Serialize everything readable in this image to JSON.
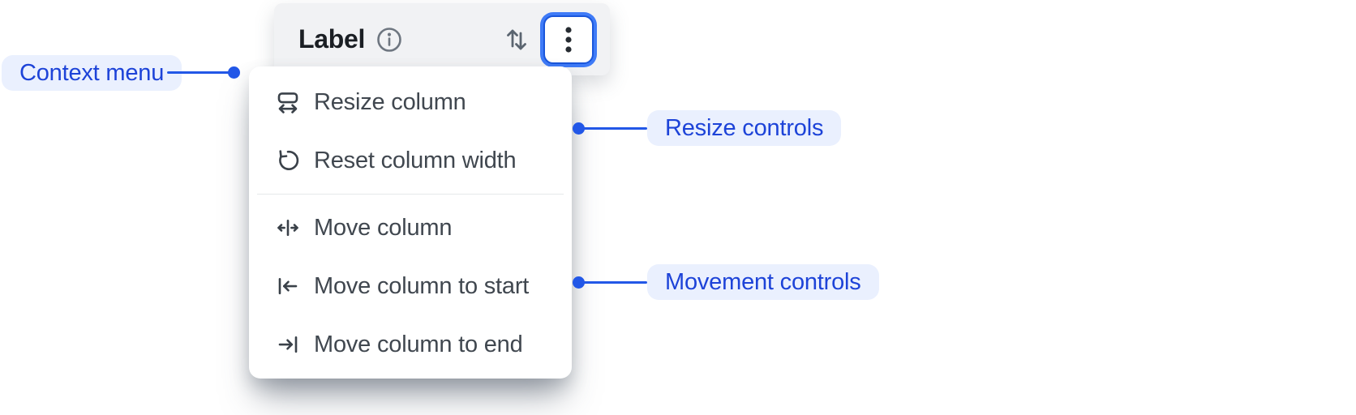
{
  "colors": {
    "accent_blue": "#2257e7",
    "annotation_text": "#1d43d8",
    "annotation_bg": "#eaf0fe",
    "header_bg": "#f1f2f4",
    "menu_bg": "#ffffff",
    "menu_text": "#40474f",
    "icon_dark": "#3a4149",
    "focus_ring_outer": "#3f7bf7",
    "focus_ring_inner": "#1a56db"
  },
  "header": {
    "label": "Label",
    "info_icon": "info-icon",
    "sort_icon": "sort-arrows-icon",
    "menu_button_icon": "kebab-menu-icon"
  },
  "menu": {
    "items": [
      {
        "label": "Resize column",
        "icon": "resize-column-icon"
      },
      {
        "label": "Reset column width",
        "icon": "reset-column-width-icon"
      },
      {
        "label": "Move column",
        "icon": "move-column-icon"
      },
      {
        "label": "Move column to start",
        "icon": "move-column-to-start-icon"
      },
      {
        "label": "Move column to end",
        "icon": "move-column-to-end-icon"
      }
    ],
    "divider_after_index": 1
  },
  "annotations": [
    {
      "label": "Context menu"
    },
    {
      "label": "Resize controls"
    },
    {
      "label": "Movement controls"
    }
  ]
}
